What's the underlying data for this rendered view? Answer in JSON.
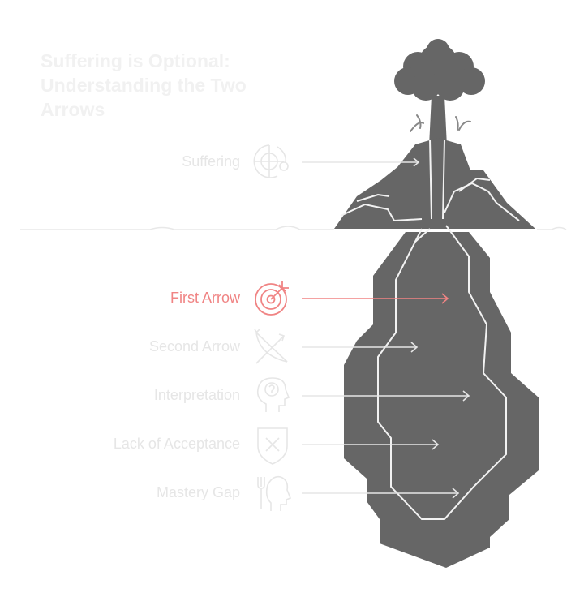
{
  "title": "Suffering is Optional: Understanding the Two Arrows",
  "colors": {
    "rock": "#666666",
    "rock_line": "#f2f2f2",
    "muted": "#e6e6e6",
    "highlight": "#f08484"
  },
  "items": [
    {
      "label": "Suffering",
      "icon": "brain-target-icon",
      "active": false
    },
    {
      "label": "First Arrow",
      "icon": "target-arrow-icon",
      "active": true
    },
    {
      "label": "Second Arrow",
      "icon": "bow-arrow-icon",
      "active": false
    },
    {
      "label": "Interpretation",
      "icon": "head-question-icon",
      "active": false
    },
    {
      "label": "Lack of Acceptance",
      "icon": "shield-x-icon",
      "active": false
    },
    {
      "label": "Mastery Gap",
      "icon": "head-fork-icon",
      "active": false
    }
  ]
}
